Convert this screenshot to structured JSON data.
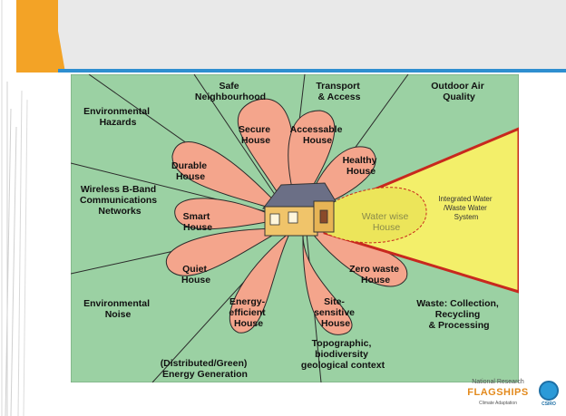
{
  "diagram": {
    "outer_labels": {
      "safe": [
        "Safe",
        "Neighbourhood"
      ],
      "transport": [
        "Transport",
        "& Access"
      ],
      "air": [
        "Outdoor Air",
        "Quality"
      ],
      "hazards": [
        "Environmental",
        "Hazards"
      ],
      "wireless": [
        "Wireless B-Band",
        "Communications",
        "Networks"
      ],
      "noise": [
        "Environmental",
        "Noise"
      ],
      "energy_gen": [
        "(Distributed/Green)",
        "Energy Generation"
      ],
      "topo": [
        "Topographic,",
        "biodiversity",
        "geological context"
      ],
      "waste": [
        "Waste: Collection,",
        "Recycling",
        "& Processing"
      ]
    },
    "petals": {
      "secure": [
        "Secure",
        "House"
      ],
      "accessable": [
        "Accessable",
        "House"
      ],
      "healthy": [
        "Healthy",
        "House"
      ],
      "durable": [
        "Durable",
        "House"
      ],
      "smart": [
        "Smart",
        "House"
      ],
      "quiet": [
        "Quiet",
        "House"
      ],
      "energy": [
        "Energy-",
        "efficient",
        "House"
      ],
      "site": [
        "Site-",
        "sensitive",
        "House"
      ],
      "zerowaste": [
        "Zero waste",
        "House"
      ],
      "waterwise": [
        "Water wise",
        "House"
      ]
    },
    "integrated": [
      "Integrated Water",
      "/Waste Water",
      "System"
    ],
    "colors": {
      "background": "#9bd1a3",
      "petal": "#f4a58c",
      "water": "#f3ef6a",
      "outline": "#c8281e"
    }
  },
  "logo": {
    "line1": "National Research",
    "line2": "FLAGSHIPS",
    "line3": "Climate Adaptation",
    "csiro": "CSIRO"
  }
}
